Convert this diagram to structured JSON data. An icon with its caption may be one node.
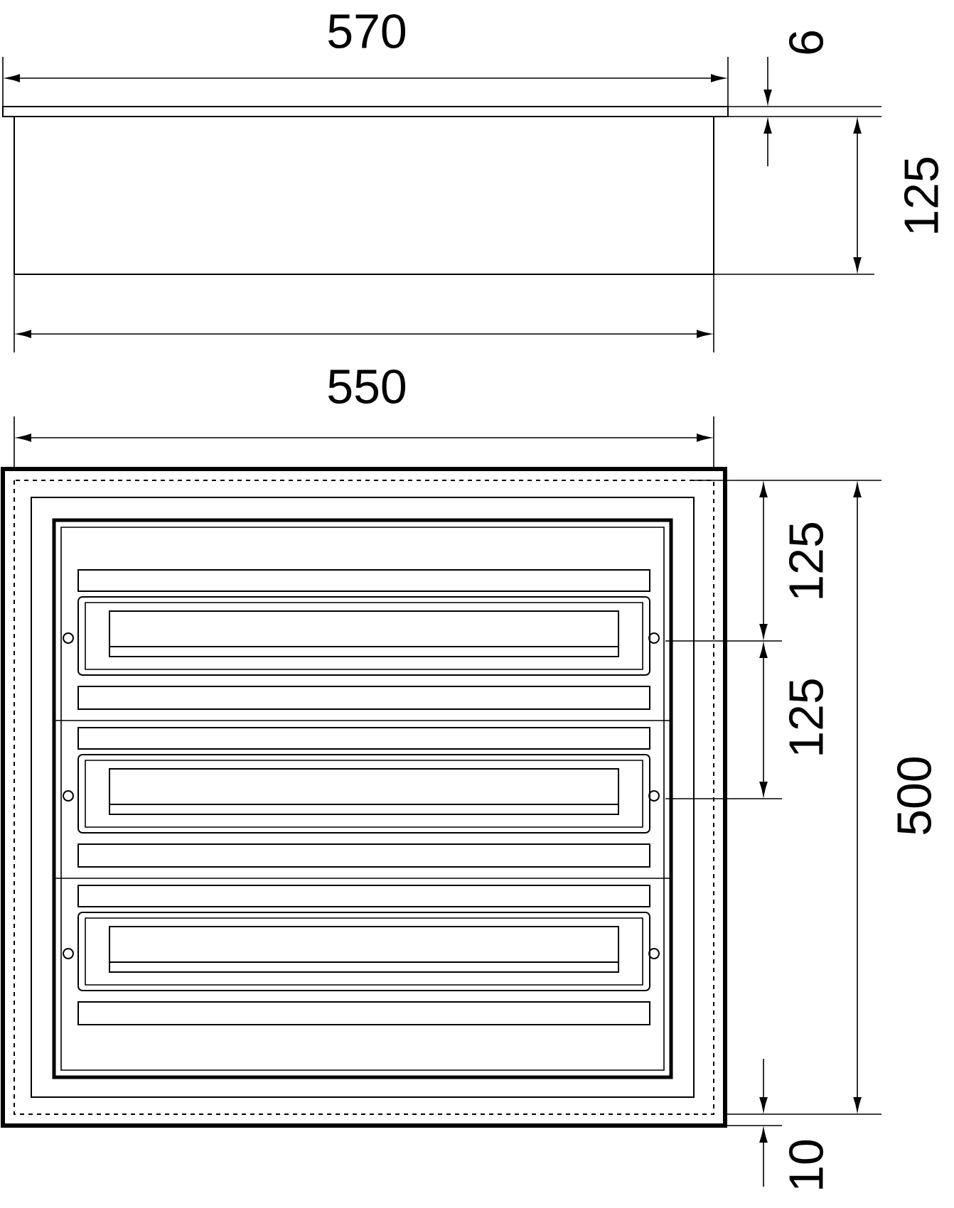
{
  "diagram": {
    "labels": [
      "570",
      "6",
      "125",
      "550",
      "125",
      "125",
      "500",
      "10"
    ]
  }
}
